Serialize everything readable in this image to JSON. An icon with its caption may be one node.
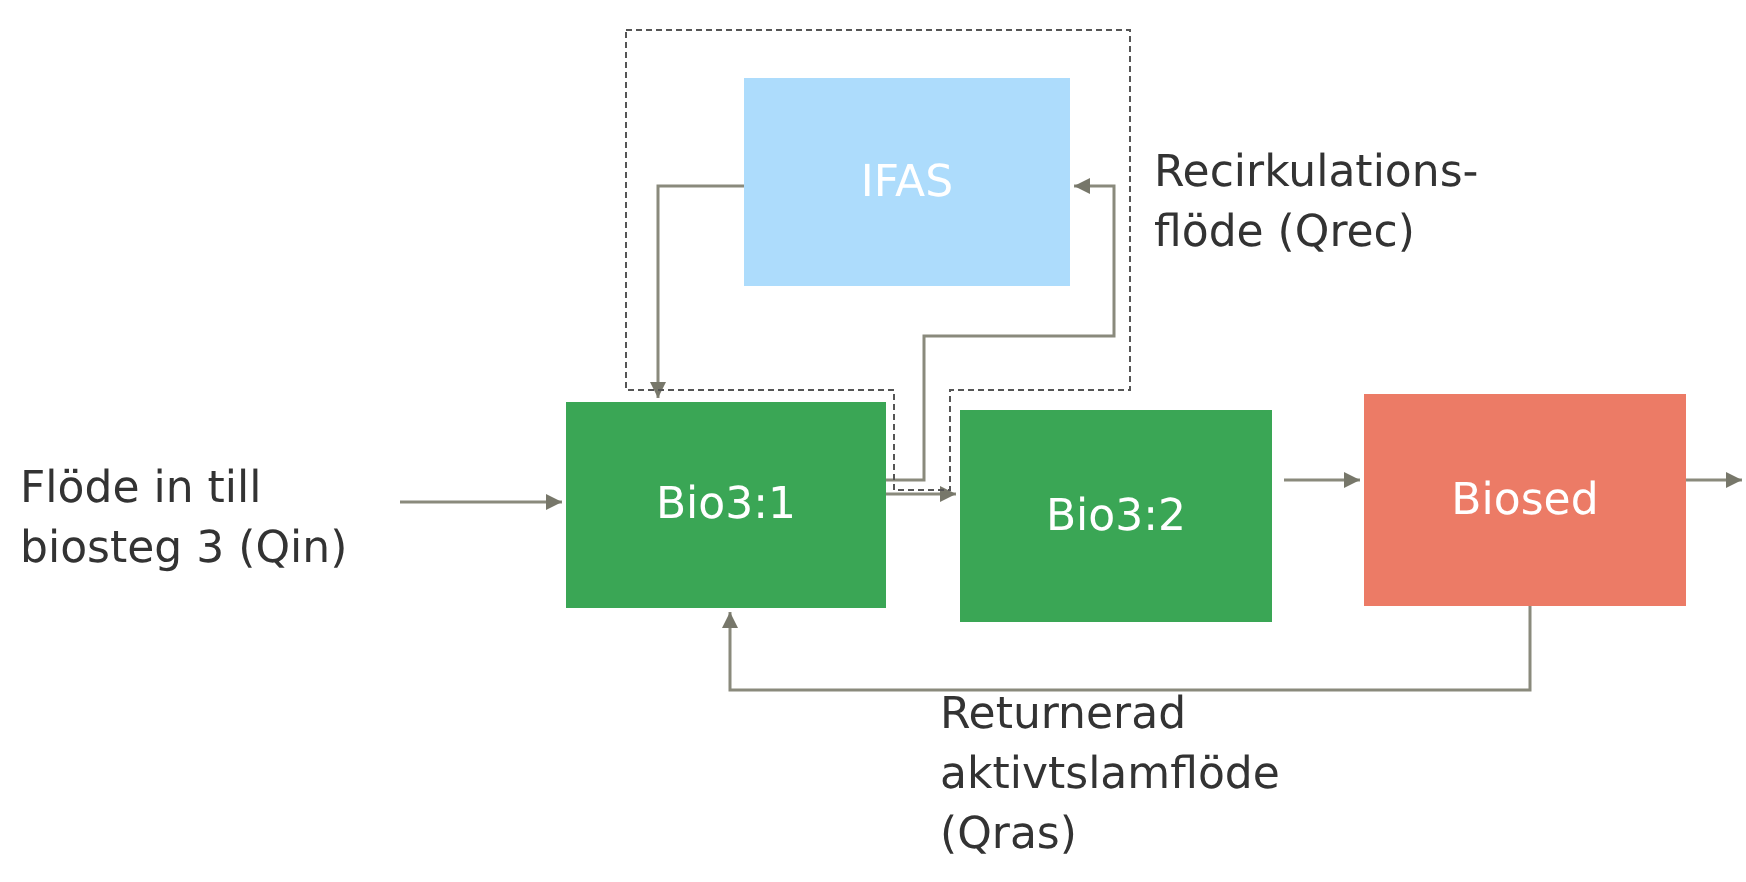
{
  "diagram": {
    "nodes": [
      {
        "text": [
          "Flöde in till biosteg 3 (Qin)"
        ]
      },
      {
        "text": [],
        "shape": "box"
      },
      {
        "text": [
          "IFAS"
        ],
        "in": 1
      },
      {
        "text": [
          "Bio3:1"
        ]
      },
      {
        "text": [
          "Bio3:2"
        ]
      },
      {
        "text": [
          "Biosed"
        ]
      }
    ],
    "edges": [
      {
        "from": 0,
        "to": 3,
        "arrow": "to"
      },
      {
        "from": 2,
        "to": 3,
        "arrow": "to"
      },
      {
        "from": 3,
        "to": 4,
        "arrow": "to"
      },
      {
        "from": 3,
        "to": 2,
        "arrow": "to",
        "label": "Recirkulations- flöde (Qrec)"
      },
      {
        "from": 4,
        "to": 5,
        "arrow": "to"
      },
      {
        "from": 5,
        "to": null,
        "arrow": "to"
      },
      {
        "from": 5,
        "to": 3,
        "arrow": "to",
        "label": "Returnerad aktivtslamflöde (Qras)"
      }
    ]
  }
}
